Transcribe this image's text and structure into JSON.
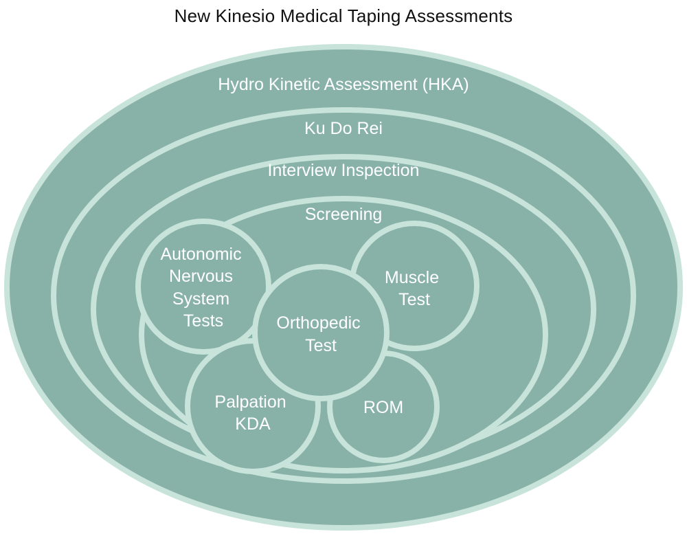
{
  "title": "New Kinesio Medical Taping Assessments",
  "layers": [
    {
      "id": "hka",
      "label": "Hydro Kinetic Assessment (HKA)"
    },
    {
      "id": "ku-do-rei",
      "label": "Ku Do Rei"
    },
    {
      "id": "interview-inspection",
      "label": "Interview Inspection"
    },
    {
      "id": "screening",
      "label": "Screening"
    }
  ],
  "tests": [
    {
      "id": "autonomic",
      "lines": [
        "Autonomic",
        "Nervous",
        "System",
        "Tests"
      ]
    },
    {
      "id": "muscle",
      "lines": [
        "Muscle",
        "Test"
      ]
    },
    {
      "id": "orthopedic",
      "lines": [
        "Orthopedic",
        "Test"
      ]
    },
    {
      "id": "palpation",
      "lines": [
        "Palpation",
        "KDA"
      ]
    },
    {
      "id": "rom",
      "lines": [
        "ROM"
      ]
    }
  ],
  "colors": {
    "fill": "#88b2a8",
    "stroke": "#c7e3da",
    "label": "#ffffff",
    "title": "#111111"
  }
}
